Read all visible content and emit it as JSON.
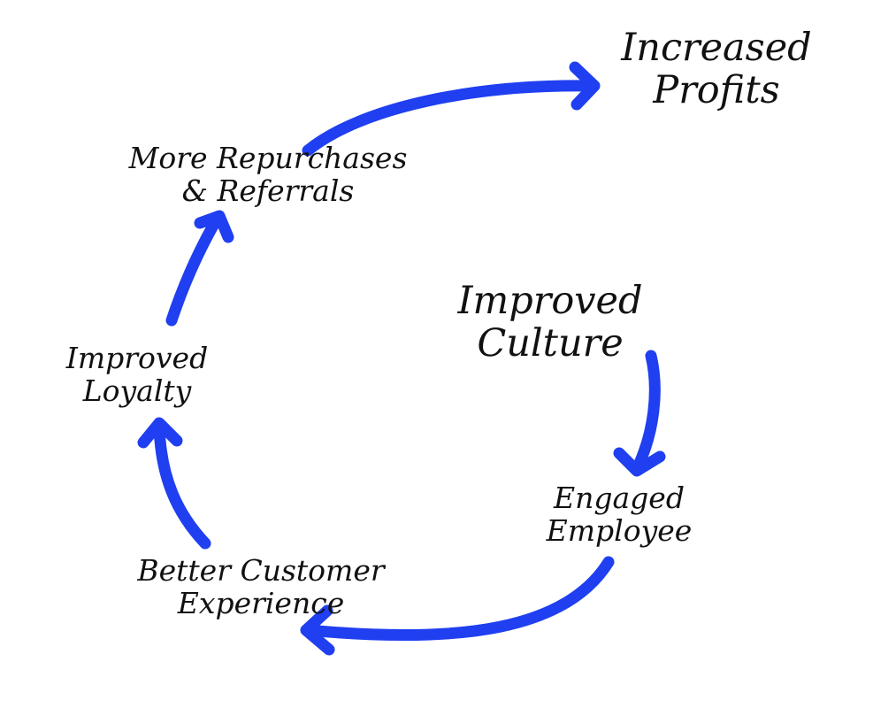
{
  "diagram": {
    "type": "cycle",
    "arrow_color": "#1f3ff0",
    "text_color": "#111111",
    "background": "#ffffff",
    "nodes": {
      "increased_profits": [
        "Increased",
        "Profits"
      ],
      "more_repurchases": [
        "More Repurchases",
        "& Referrals"
      ],
      "improved_culture": [
        "Improved",
        "Culture"
      ],
      "improved_loyalty": [
        "Improved",
        "Loyalty"
      ],
      "engaged_employee": [
        "Engaged",
        "Employee"
      ],
      "better_experience": [
        "Better Customer",
        "Experience"
      ]
    },
    "arrows": [
      {
        "from": "improved_culture",
        "to": "engaged_employee",
        "icon": "arrow-down-curve"
      },
      {
        "from": "engaged_employee",
        "to": "better_experience",
        "icon": "arrow-left-curve"
      },
      {
        "from": "better_experience",
        "to": "improved_loyalty",
        "icon": "arrow-up-curve"
      },
      {
        "from": "improved_loyalty",
        "to": "more_repurchases",
        "icon": "arrow-up-curve"
      },
      {
        "from": "more_repurchases",
        "to": "increased_profits",
        "icon": "arrow-right-curve"
      }
    ]
  }
}
